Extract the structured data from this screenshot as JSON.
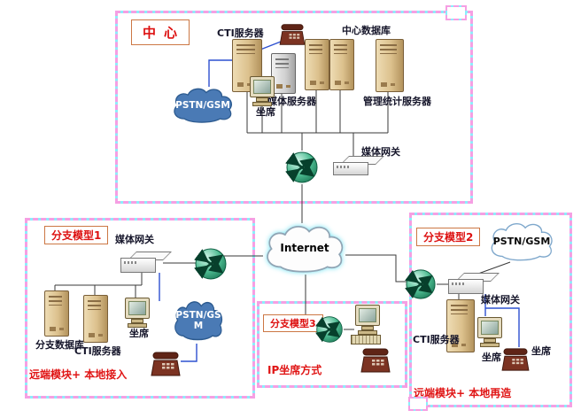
{
  "diagram": {
    "center": {
      "tag": "中心",
      "cti_server_label": "CTI服务器",
      "center_db_label": "中心数据库",
      "media_server_label": "媒体服务器",
      "agent_label": "坐席",
      "mgmt_server_label": "管理统计服务器",
      "pstn_label": "PSTN/GSM",
      "media_gateway_label": "媒体网关"
    },
    "internet_label": "Internet",
    "branch1": {
      "tag": "分支模型1",
      "media_gateway_label": "媒体网关",
      "branch_db_label": "分支数据库",
      "cti_server_label": "CTI服务器",
      "agent_label": "坐席",
      "pstn_label": "PSTN/GS M",
      "caption": "远端模块+ 本地接入"
    },
    "branch3": {
      "tag": "分支模型3",
      "caption": "IP坐席方式"
    },
    "branch2": {
      "tag": "分支模型2",
      "pstn_label": "PSTN/GSM",
      "media_gateway_label": "媒体网关",
      "cti_server_label": "CTI服务器",
      "agent_label": "坐席",
      "agent2_label": "坐席",
      "caption": "远端模块+ 本地再造"
    },
    "colors": {
      "frame_cyan": "#8ceefb",
      "frame_pink": "#f59fe3",
      "tag_red": "#dd1111",
      "pstn_cloud_blue": "#4a7ab5",
      "line_blue": "#2d50d0"
    }
  }
}
